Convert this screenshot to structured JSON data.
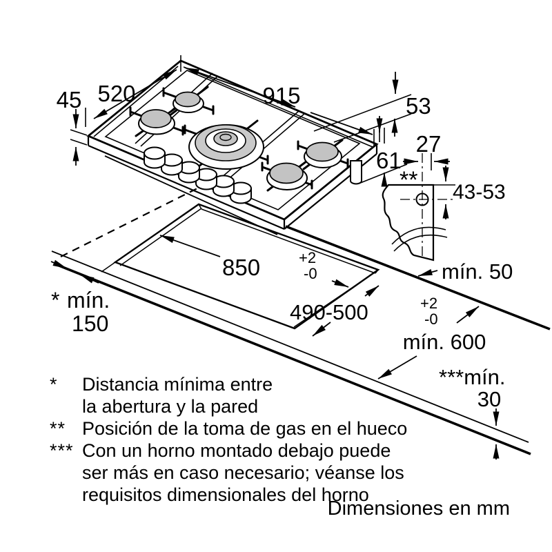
{
  "dims": {
    "height": "45",
    "depth": "520",
    "width": "915",
    "rear_gap": "53",
    "under_height": "61",
    "gas_offset": "27",
    "gas_drop": "43-53",
    "gas_marker": "**",
    "side_min": "mín. 50",
    "cutout_width": "850",
    "cutout_width_plus": "+2",
    "cutout_width_minus": "-0",
    "cutout_depth": "490-500",
    "cutout_depth_plus": "+2",
    "cutout_depth_minus": "-0",
    "wall_star": "*",
    "wall_min": "mín.",
    "wall_value": "150",
    "worktop_depth_min": "mín. 600",
    "thickness_min_label": "***mín.",
    "thickness_min_value": "30"
  },
  "footnotes": [
    {
      "marker": "*",
      "lines": [
        "Distancia mínima entre",
        "la abertura y la pared"
      ]
    },
    {
      "marker": "**",
      "lines": [
        "Posición de la toma de gas en el hueco"
      ]
    },
    {
      "marker": "***",
      "lines": [
        "Con un horno montado debajo puede",
        "ser más en caso necesario; véanse los",
        "requisitos dimensionales del horno"
      ]
    }
  ],
  "caption": "Dimensiones en mm",
  "colors": {
    "line": "#000000",
    "burner_gray": "#c3c3c3",
    "ring_gray": "#c9c9c9"
  }
}
